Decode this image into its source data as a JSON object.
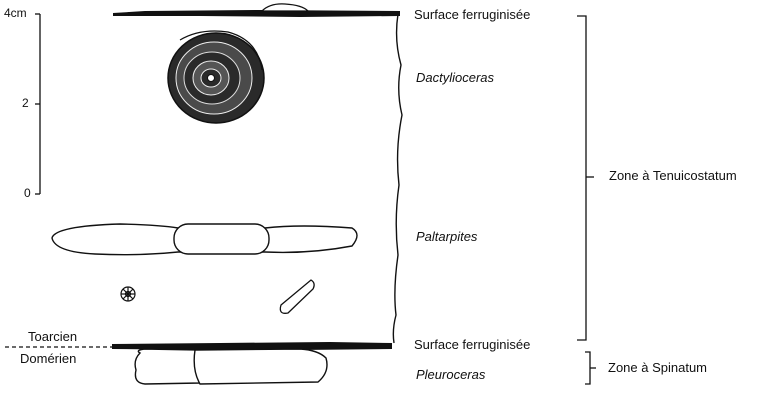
{
  "scale": {
    "unit_label": "4cm",
    "ticks": [
      "2",
      "0"
    ]
  },
  "labels": {
    "top_surface": "Surface ferruginisée",
    "bottom_surface": "Surface ferruginisée",
    "dactylioceras": "Dactylioceras",
    "paltarpites": "Paltarpites",
    "pleuroceras": "Pleuroceras",
    "stage_upper": "Toarcien",
    "stage_lower": "Domérien"
  },
  "zones": {
    "upper": "Zone à Tenuicostatum",
    "lower": "Zone à Spinatum"
  }
}
